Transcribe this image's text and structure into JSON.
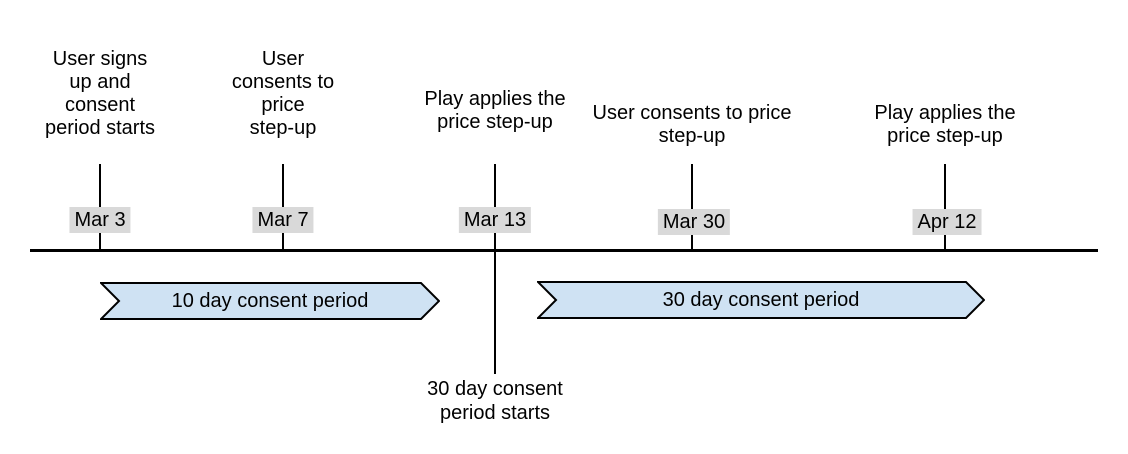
{
  "diagram": {
    "type": "timeline",
    "colors": {
      "background": "#ffffff",
      "banner_fill": "#cfe2f3",
      "banner_stroke": "#000000",
      "date_highlight_bg": "#d9d9d9",
      "line": "#000000",
      "text": "#000000"
    },
    "events": [
      {
        "date": "Mar 3",
        "label": "User signs\nup and\nconsent\nperiod starts"
      },
      {
        "date": "Mar 7",
        "label": "User\nconsents to\nprice\nstep-up"
      },
      {
        "date": "Mar 13",
        "label": "Play applies the\nprice step-up"
      },
      {
        "date": "Mar 30",
        "label": "User consents to price\nstep-up"
      },
      {
        "date": "Apr 12",
        "label": "Play applies the\nprice step-up"
      }
    ],
    "periods": [
      {
        "label": "10 day consent period"
      },
      {
        "label": "30 day consent period"
      }
    ],
    "annotation": "30 day consent\nperiod starts"
  }
}
